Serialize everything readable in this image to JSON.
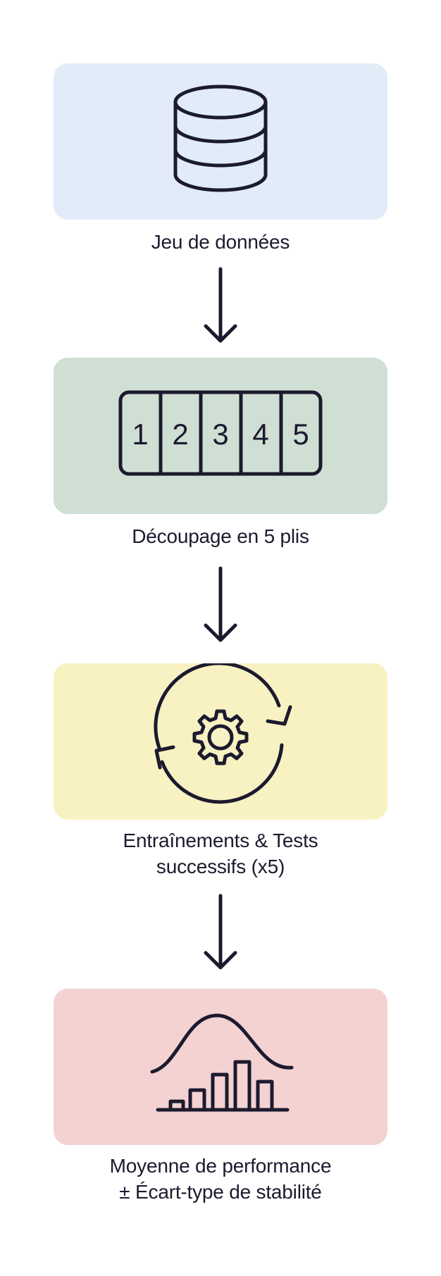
{
  "colors": {
    "card_dataset": "#e2ebf8",
    "card_folds": "#d0dfd3",
    "card_training": "#f8f2c2",
    "card_result": "#f4d2d1",
    "ink": "#1c1a2e"
  },
  "steps": [
    {
      "icon": "database-icon",
      "label_lines": [
        "Jeu de données"
      ]
    },
    {
      "icon": "folds-icon",
      "folds": [
        "1",
        "2",
        "3",
        "4",
        "5"
      ],
      "label_lines": [
        "Découpage en 5 plis"
      ]
    },
    {
      "icon": "gear-cycle-icon",
      "label_lines": [
        "Entraînements & Tests",
        "successifs (x5)"
      ]
    },
    {
      "icon": "distribution-chart-icon",
      "label_lines": [
        "Moyenne de performance",
        "± Écart-type de stabilité"
      ]
    }
  ]
}
